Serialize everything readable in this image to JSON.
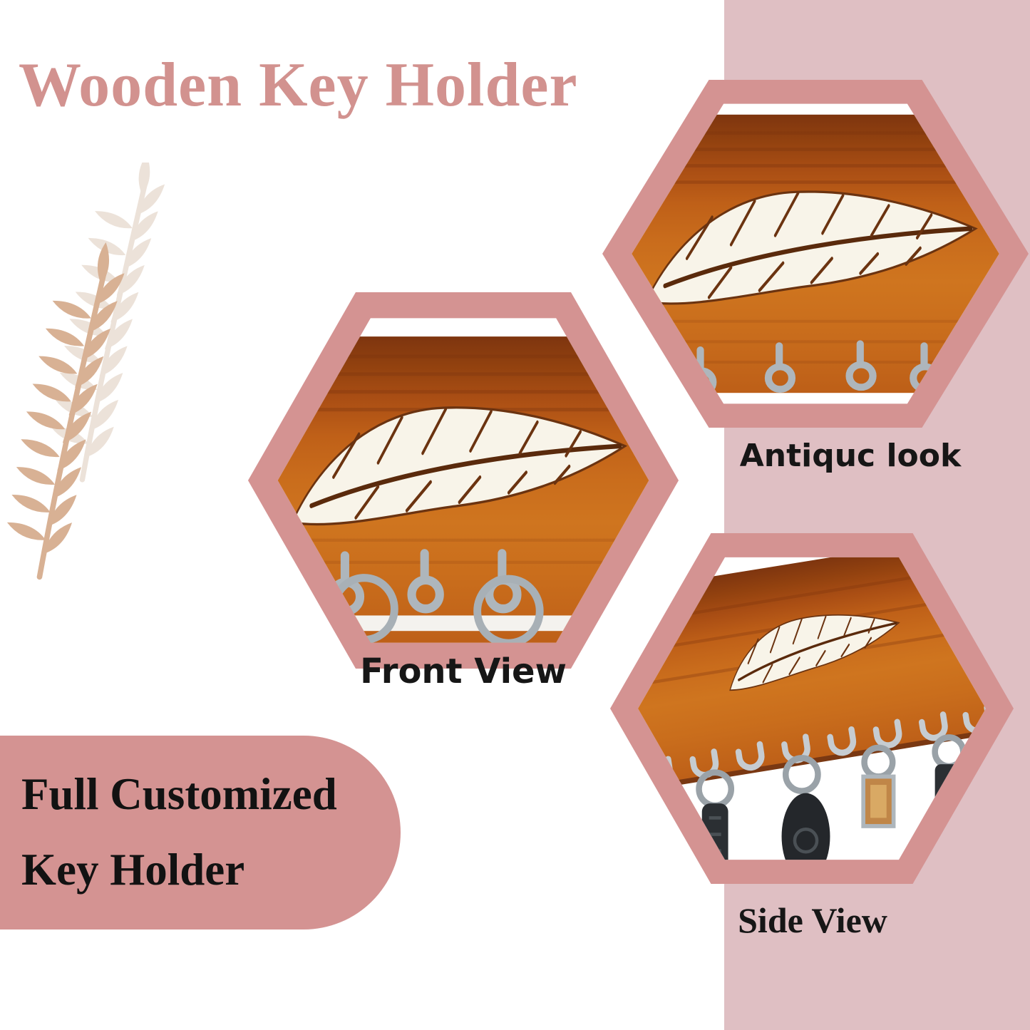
{
  "title": {
    "text": "Wooden Key Holder",
    "color": "#d2928f"
  },
  "side_band": {
    "color": "#dfbfc3"
  },
  "badge": {
    "line1": "Full Customized",
    "line2": "Key Holder",
    "bg": "#d49392",
    "text_color": "#121212"
  },
  "views": [
    {
      "id": "antique",
      "label": "Antiquc look"
    },
    {
      "id": "front",
      "label": "Front View"
    },
    {
      "id": "side",
      "label": "Side View"
    }
  ],
  "product": {
    "hexagon_border_color": "#d49392",
    "wood_color": "#c96c1c",
    "feather_color": "#f8f4e9",
    "hook_color": "#aeb6bc"
  },
  "decor": {
    "leaf_light": "#ece2d9",
    "leaf_dark": "#d8b194"
  }
}
